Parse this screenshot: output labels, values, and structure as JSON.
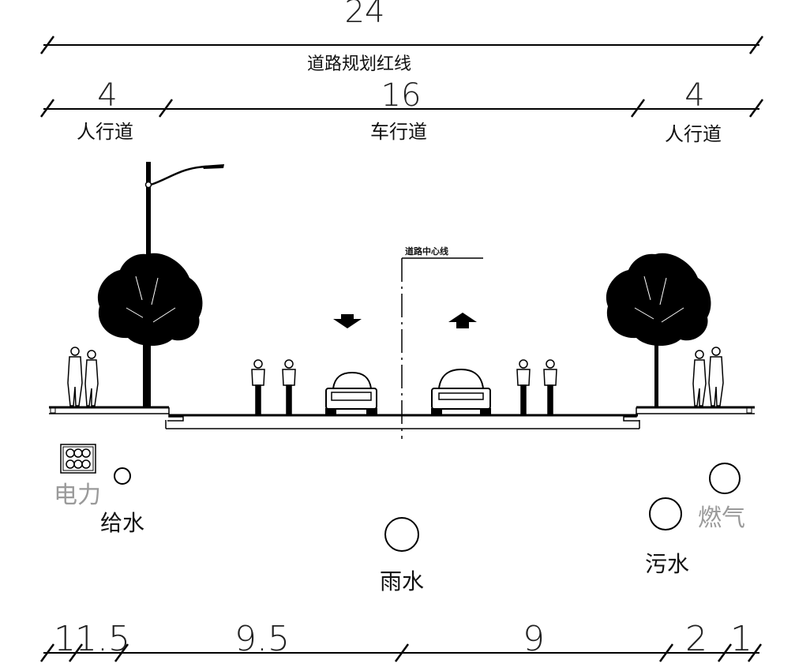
{
  "top_dimension": {
    "total": "24",
    "label": "道路规划红线"
  },
  "segments": [
    {
      "width": "4",
      "label": "人行道"
    },
    {
      "width": "16",
      "label": "车行道"
    },
    {
      "width": "4",
      "label": "人行道"
    }
  ],
  "centerline_label": "道路中心线",
  "utilities": {
    "power": "电力",
    "water_supply": "给水",
    "storm": "雨水",
    "sewage": "污水",
    "gas": "燃气"
  },
  "bottom_dimensions": [
    "1",
    "1.5",
    "9.5",
    "9",
    "2",
    "1"
  ],
  "colors": {
    "ink": "#000000",
    "gray_text": "#9a9a9a"
  }
}
